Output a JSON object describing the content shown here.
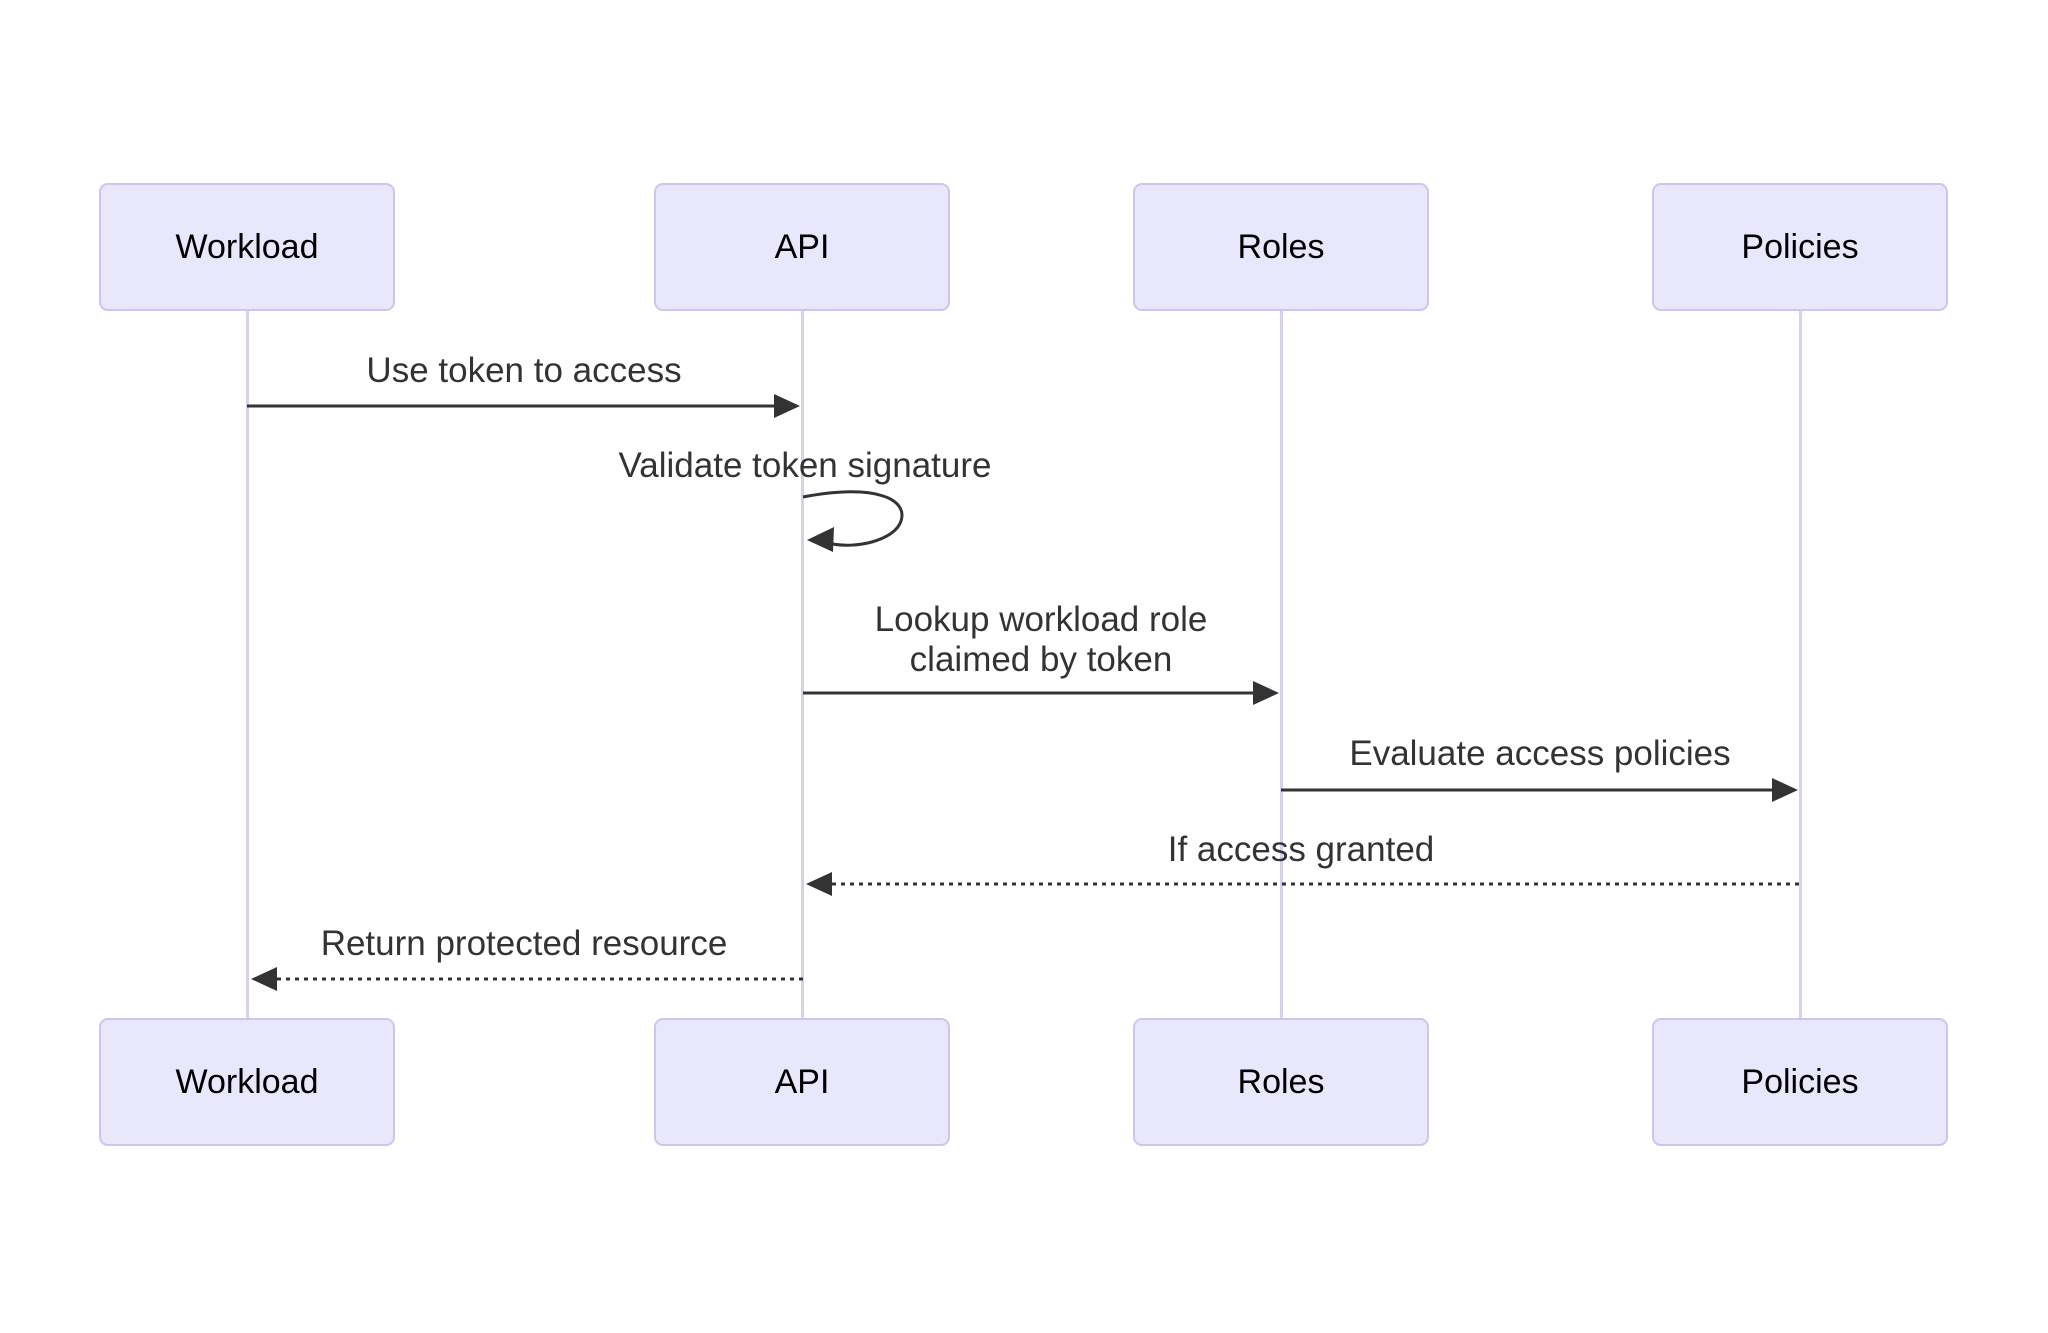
{
  "diagram": {
    "type": "sequence",
    "actors": [
      {
        "id": "workload",
        "label": "Workload"
      },
      {
        "id": "api",
        "label": "API"
      },
      {
        "id": "roles",
        "label": "Roles"
      },
      {
        "id": "policies",
        "label": "Policies"
      }
    ],
    "messages": [
      {
        "from": "Workload",
        "to": "API",
        "style": "solid-arrow",
        "label": "Use token to access"
      },
      {
        "from": "API",
        "to": "API",
        "style": "self-loop",
        "label": "Validate token signature"
      },
      {
        "from": "API",
        "to": "Roles",
        "style": "solid-arrow",
        "label": "Lookup workload role claimed by token",
        "label_lines": [
          "Lookup workload role",
          "claimed by token"
        ]
      },
      {
        "from": "Roles",
        "to": "Policies",
        "style": "solid-arrow",
        "label": "Evaluate access policies"
      },
      {
        "from": "Policies",
        "to": "API",
        "style": "dotted-arrow",
        "label": "If access granted"
      },
      {
        "from": "API",
        "to": "Workload",
        "style": "dotted-arrow",
        "label": "Return protected resource"
      }
    ],
    "colors": {
      "actor_fill": "#E9E7FB",
      "actor_border": "#CDC5EC",
      "lifeline": "#D8D0F2",
      "message": "#333333",
      "actor_text": "#000000",
      "background": "#FFFFFF"
    }
  }
}
